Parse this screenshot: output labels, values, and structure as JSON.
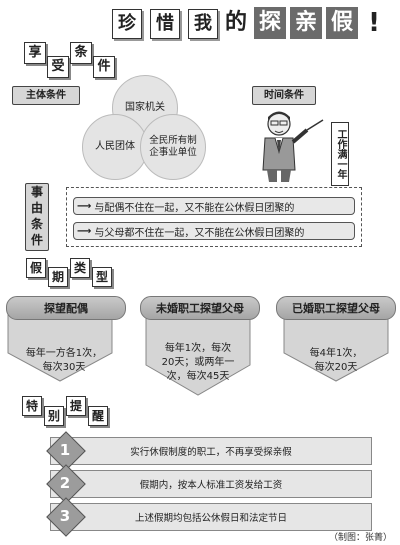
{
  "title": {
    "chars": [
      "珍",
      "惜",
      "我",
      "的",
      "探",
      "亲",
      "假",
      "!"
    ]
  },
  "section_enjoy": {
    "chars": [
      "享",
      "受",
      "条",
      "件"
    ]
  },
  "subject": {
    "label": "主体条件"
  },
  "circles": [
    "国家机关",
    "人民团体",
    "全民所有制\n企事业单位"
  ],
  "time": {
    "label": "时间条件",
    "value": "工作满一年"
  },
  "reason": {
    "chars": [
      "事",
      "由",
      "条",
      "件"
    ],
    "items": [
      "与配偶不住在一起，又不能在公休假日团聚的",
      "与父母都不住在一起，又不能在公休假日团聚的"
    ]
  },
  "types": {
    "chars": [
      "假",
      "期",
      "类",
      "型"
    ],
    "items": [
      {
        "name": "探望配偶",
        "desc": "每年一方各1次，\n每次30天"
      },
      {
        "name": "未婚职工探望父母",
        "desc": "每年1次，每次\n20天；或两年一\n次，每次45天"
      },
      {
        "name": "已婚职工探望父母",
        "desc": "每4年1次，\n每次20天"
      }
    ]
  },
  "reminder": {
    "chars": [
      "特",
      "别",
      "提",
      "醒"
    ],
    "items": [
      {
        "num": "1",
        "text": "实行休假制度的职工，不再享受探亲假"
      },
      {
        "num": "2",
        "text": "假期内，按本人标准工资发给工资"
      },
      {
        "num": "3",
        "text": "上述假期均包括公休假日和法定节日"
      }
    ]
  },
  "credit": "（制图：张菁）"
}
